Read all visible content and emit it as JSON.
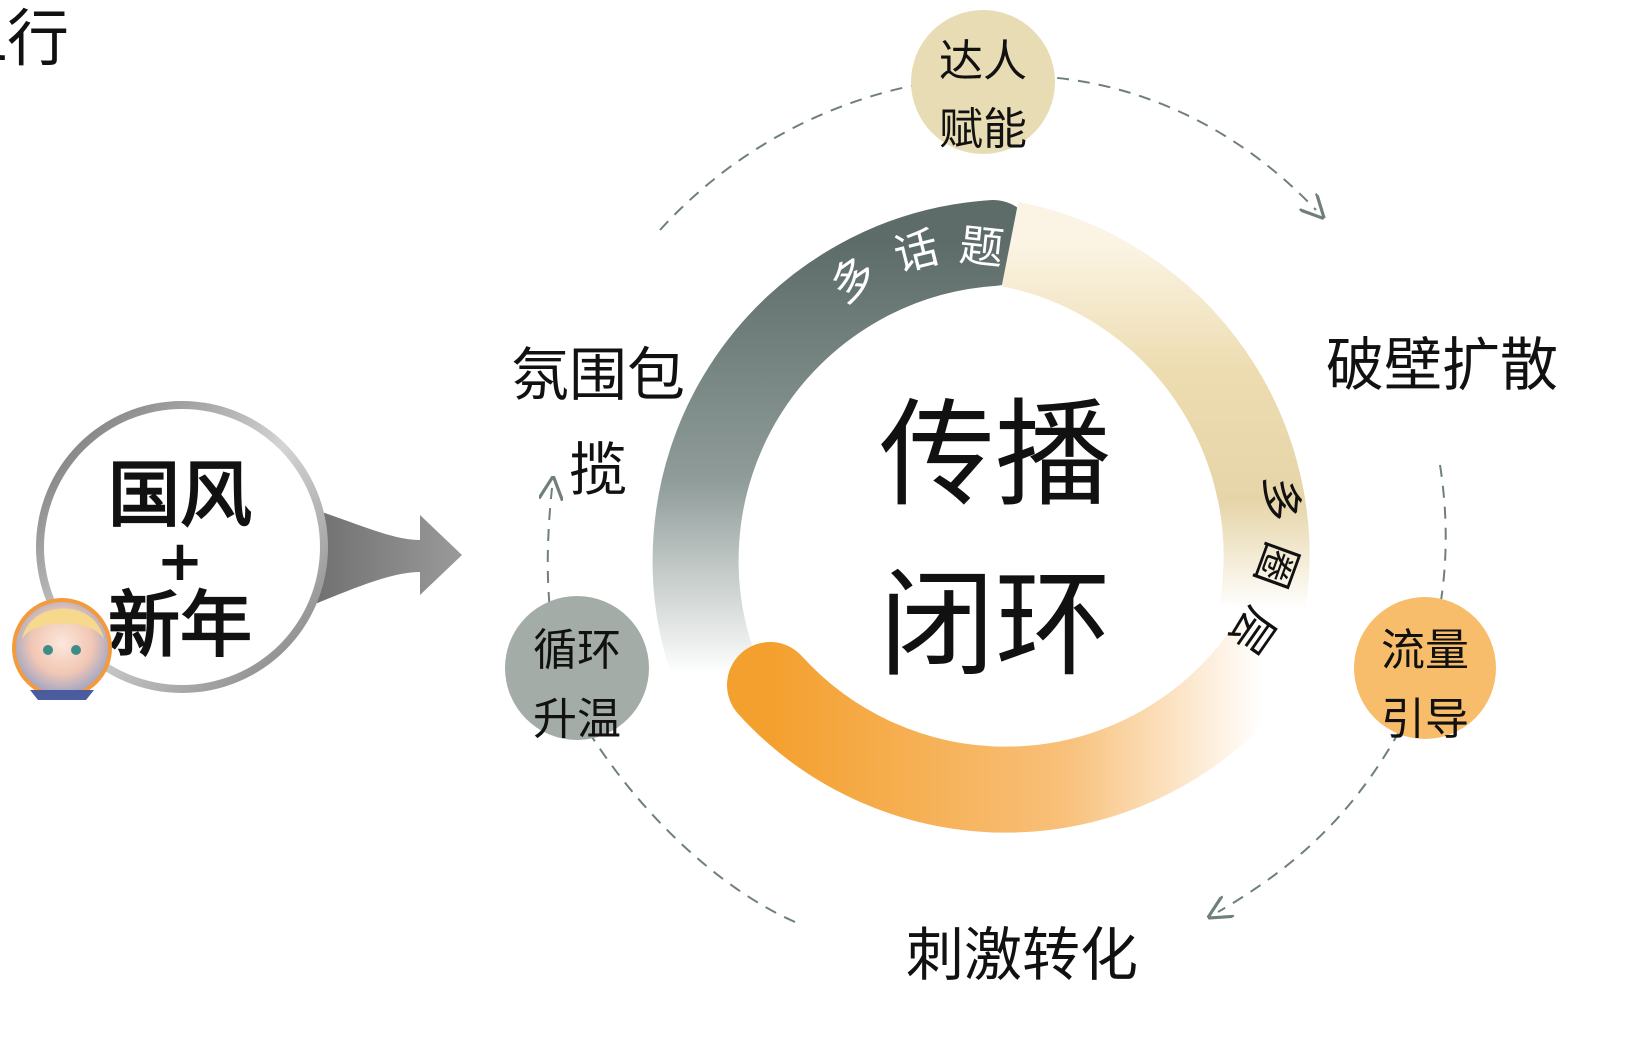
{
  "corner_fragment": "ι行",
  "theme": {
    "line1": "国风",
    "plus": "+",
    "line2": "新年"
  },
  "center": {
    "line1": "传播",
    "line2": "闭环"
  },
  "ring_labels": {
    "top": [
      "多",
      "话",
      "题"
    ],
    "right": [
      "多",
      "圈",
      "层"
    ]
  },
  "stages": {
    "atmosphere": {
      "line1": "氛围包",
      "line2": "揽"
    },
    "breakthrough": "破壁扩散",
    "stimulate": "刺激转化"
  },
  "badges": {
    "kol": {
      "line1": "达人",
      "line2": "赋能",
      "color": "#e8dcb4"
    },
    "traffic": {
      "line1": "流量",
      "line2": "引导",
      "color": "#f7bd6b"
    },
    "cycle": {
      "line1": "循环",
      "line2": "升温",
      "color": "#a3aca6"
    }
  },
  "colors": {
    "ring_dark": "#5f6f6b",
    "ring_beige": "#e8d9ad",
    "ring_orange": "#f5a33c",
    "dashed": "#6f807c",
    "arrow": "#8c8c8c"
  },
  "icons": [
    "avatar-icon",
    "arrow-right-icon"
  ]
}
